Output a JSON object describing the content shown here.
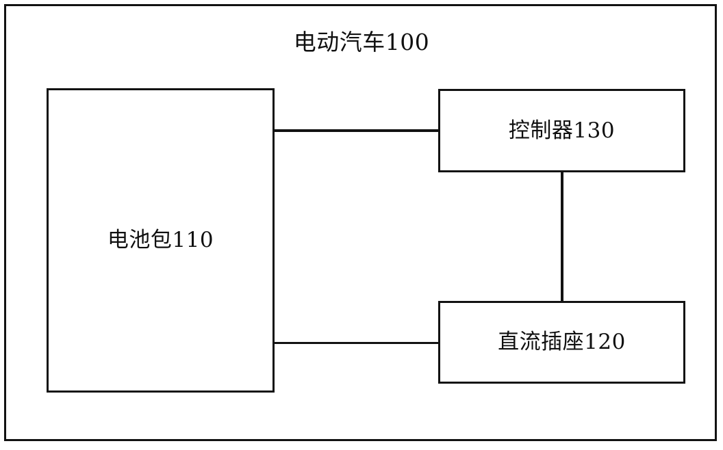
{
  "figure": {
    "title": "电动汽车100",
    "type": "block-diagram",
    "line_color": "#121212",
    "background_color": "#ffffff"
  },
  "blocks": [
    {
      "id": "battery-pack",
      "label": "电池包110",
      "reference_number": "110"
    },
    {
      "id": "controller",
      "label": "控制器130",
      "reference_number": "130"
    },
    {
      "id": "dc-socket",
      "label": "直流插座120",
      "reference_number": "120"
    }
  ],
  "connections": [
    {
      "id": "battery-controller",
      "from": "battery-pack",
      "to": "controller",
      "orientation": "horizontal"
    },
    {
      "id": "battery-socket",
      "from": "battery-pack",
      "to": "dc-socket",
      "orientation": "horizontal"
    },
    {
      "id": "controller-socket",
      "from": "controller",
      "to": "dc-socket",
      "orientation": "vertical"
    }
  ]
}
